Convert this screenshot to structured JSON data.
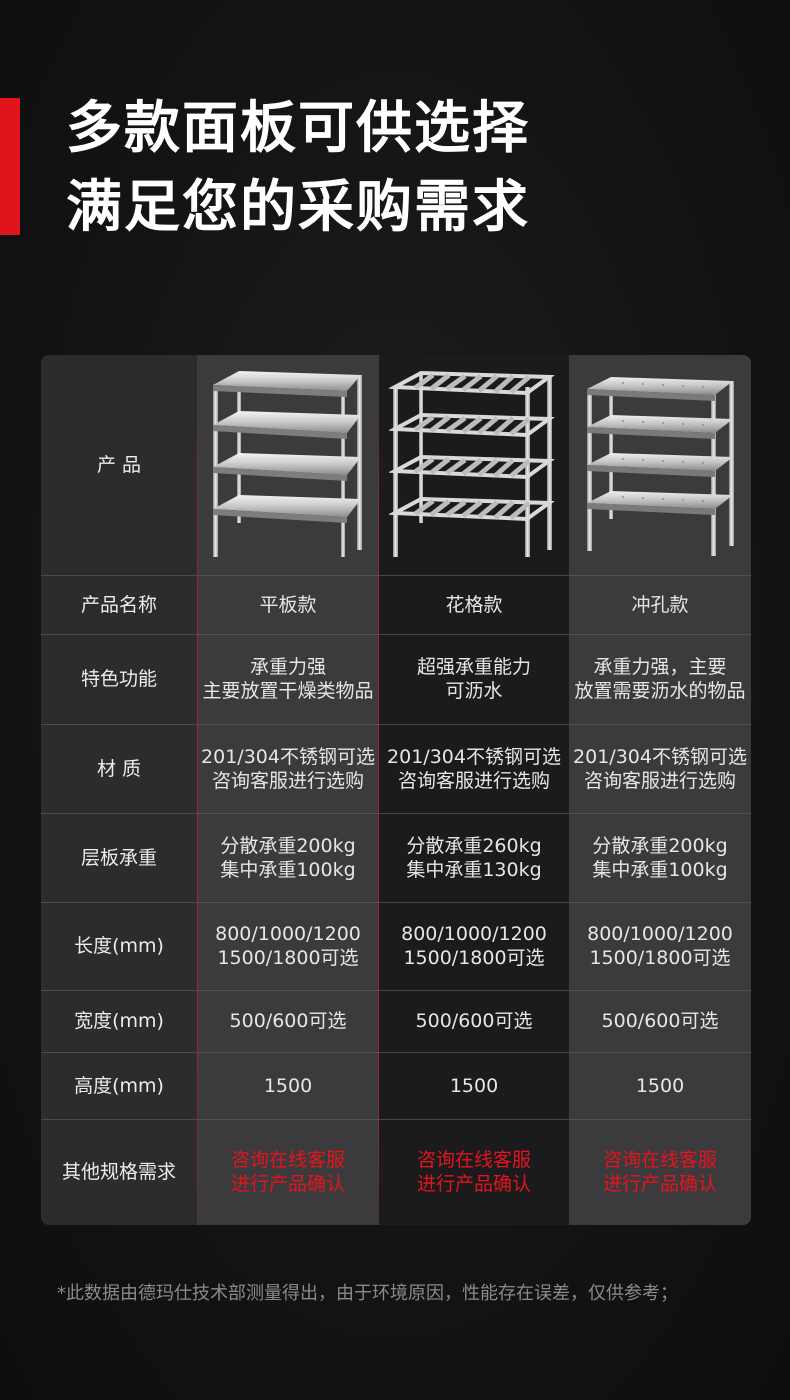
{
  "header": {
    "title_line1": "多款面板可供选择",
    "title_line2": "满足您的采购需求",
    "accent_color": "#e1141b"
  },
  "table": {
    "row_labels": [
      "产 品",
      "产品名称",
      "特色功能",
      "材 质",
      "层板承重",
      "长度(mm)",
      "宽度(mm)",
      "高度(mm)",
      "其他规格需求"
    ],
    "products": [
      {
        "image": "flat-panel-shelf",
        "name": "平板款",
        "feature": [
          "承重力强",
          "主要放置干燥类物品"
        ],
        "material": [
          "201/304不锈钢可选",
          "咨询客服进行选购"
        ],
        "load": [
          "分散承重200kg",
          "集中承重100kg"
        ],
        "length": [
          "800/1000/1200",
          "1500/1800可选"
        ],
        "width": "500/600可选",
        "height": "1500",
        "other": [
          "咨询在线客服",
          "进行产品确认"
        ]
      },
      {
        "image": "grid-panel-shelf",
        "name": "花格款",
        "feature": [
          "超强承重能力",
          "可沥水"
        ],
        "material": [
          "201/304不锈钢可选",
          "咨询客服进行选购"
        ],
        "load": [
          "分散承重260kg",
          "集中承重130kg"
        ],
        "length": [
          "800/1000/1200",
          "1500/1800可选"
        ],
        "width": "500/600可选",
        "height": "1500",
        "other": [
          "咨询在线客服",
          "进行产品确认"
        ]
      },
      {
        "image": "perforated-panel-shelf",
        "name": "冲孔款",
        "feature": [
          "承重力强，主要",
          "放置需要沥水的物品"
        ],
        "material": [
          "201/304不锈钢可选",
          "咨询客服进行选购"
        ],
        "load": [
          "分散承重200kg",
          "集中承重100kg"
        ],
        "length": [
          "800/1000/1200",
          "1500/1800可选"
        ],
        "width": "500/600可选",
        "height": "1500",
        "other": [
          "咨询在线客服",
          "进行产品确认"
        ]
      }
    ],
    "highlight_color": "#e3141b"
  },
  "footnote": "*此数据由德玛仕技术部测量得出，由于环境原因，性能存在误差，仅供参考；"
}
